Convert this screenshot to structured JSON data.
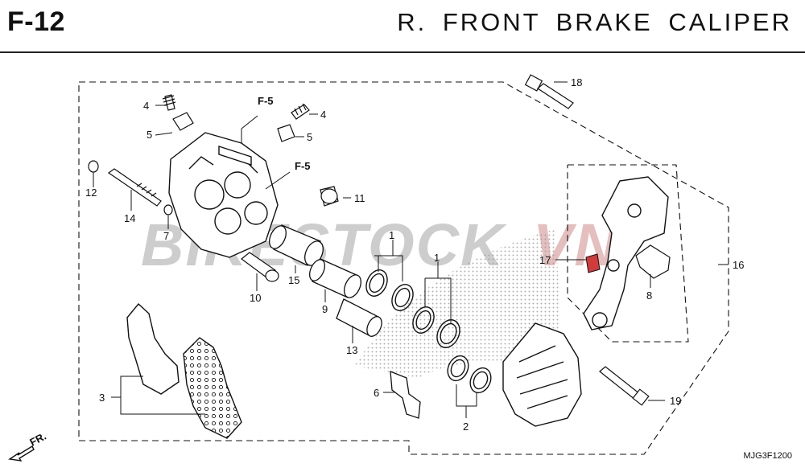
{
  "header": {
    "code": "F-12",
    "title": "R.  FRONT  BRAKE  CALIPER"
  },
  "watermark": {
    "text": "BIKESTOCKVN",
    "text_main": "BIKESTOCK",
    "text_accent": "VN",
    "color_main": "#c8c8c8",
    "color_accent": "#e3b8b8"
  },
  "references": {
    "f5_top": "F-5",
    "f5_side": "F-5"
  },
  "callouts": {
    "n1a": "1",
    "n1b": "1",
    "n2": "2",
    "n3": "3",
    "n4a": "4",
    "n4b": "4",
    "n5a": "5",
    "n5b": "5",
    "n6": "6",
    "n7": "7",
    "n8": "8",
    "n9": "9",
    "n10": "10",
    "n11": "11",
    "n12": "12",
    "n13": "13",
    "n14": "14",
    "n15": "15",
    "n16": "16",
    "n17": "17",
    "n18": "18",
    "n19": "19"
  },
  "footer": {
    "direction_label": "FR.",
    "drawing_code": "MJG3F1200"
  },
  "colors": {
    "line": "#111111",
    "highlight_part": "#d23b3b",
    "stipple": "#9a9a9a"
  }
}
